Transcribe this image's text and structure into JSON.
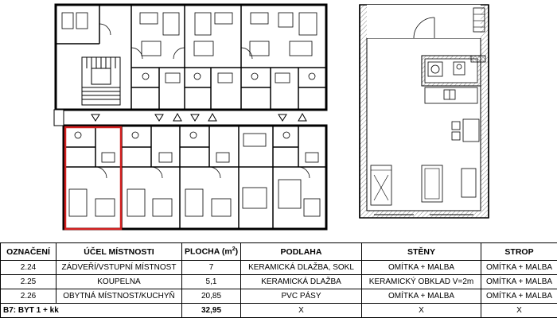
{
  "table": {
    "headers": {
      "id": "OZNAČENÍ",
      "purpose": "ÚČEL MÍSTNOSTI",
      "area": "PLOCHA (m",
      "area_sup": "2",
      "area_close": ")",
      "floor": "PODLAHA",
      "walls": "STĚNY",
      "ceiling": "STROP"
    },
    "rows": [
      {
        "id": "2.24",
        "purpose": "ZÁDVEŘÍ/VSTUPNÍ MÍSTNOST",
        "area": "7",
        "floor": "KERAMICKÁ DLAŽBA, SOKL",
        "walls": "OMÍTKA + MALBA",
        "ceiling": "OMÍTKA + MALBA"
      },
      {
        "id": "2.25",
        "purpose": "KOUPELNA",
        "area": "5,1",
        "floor": "KERAMICKÁ DLAŽBA",
        "walls": "KERAMICKÝ OBKLAD V=2m",
        "ceiling": "OMÍTKA + MALBA"
      },
      {
        "id": "2.26",
        "purpose": "OBYTNÁ MÍSTNOST/KUCHYŇ",
        "area": "20,85",
        "floor": "PVC PÁSY",
        "walls": "OMÍTKA + MALBA",
        "ceiling": "OMÍTKA + MALBA"
      }
    ],
    "total": {
      "label": "B7: BYT 1 + kk",
      "area": "32,95",
      "floor": "X",
      "walls": "X",
      "ceiling": "X"
    }
  },
  "colors": {
    "highlight": "#d42020",
    "hatch": "#8a8a8a",
    "line": "#000000"
  }
}
